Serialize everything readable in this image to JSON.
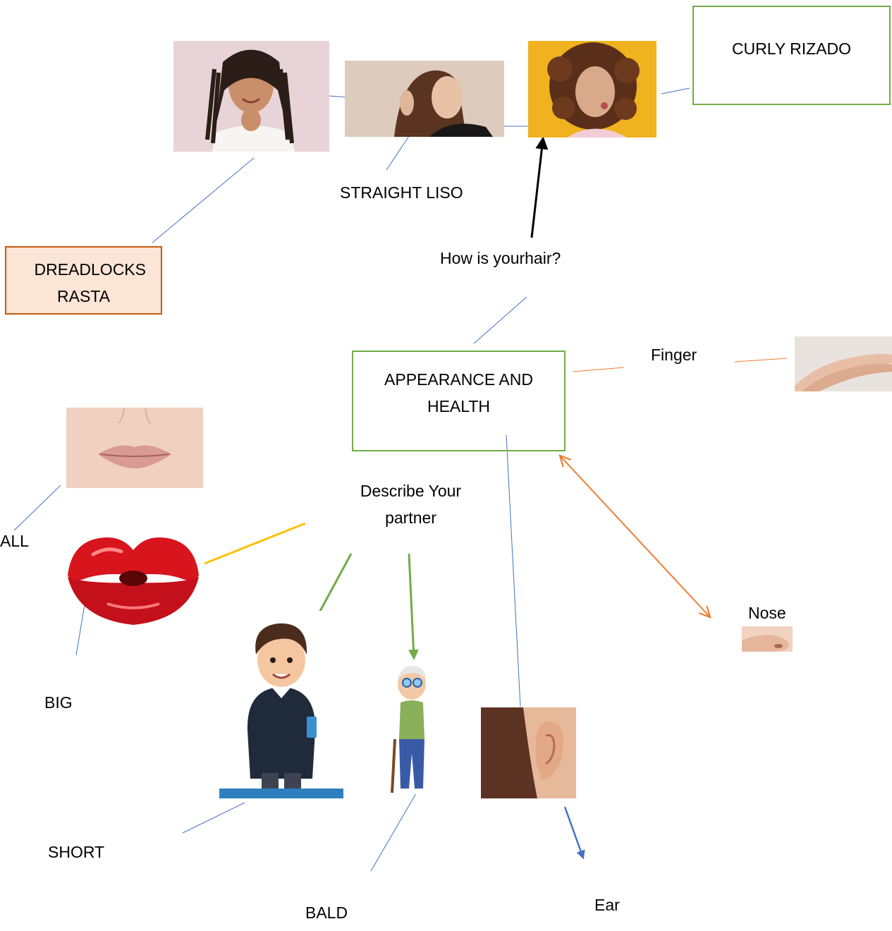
{
  "central": {
    "title": "APPEARANCE AND HEALTH"
  },
  "hair": {
    "question": "How is yourhair?",
    "curly": "CURLY RIZADO",
    "straight": "STRAIGHT LISO",
    "dreadlocks": "DREADLOCKS RASTA"
  },
  "partner": {
    "prompt": "Describe Your partner",
    "small_fragment": "ALL",
    "big": "BIG",
    "short": "SHORT",
    "bald": "BALD"
  },
  "body_parts": {
    "finger": "Finger",
    "nose": "Nose",
    "ear": "Ear"
  },
  "colors": {
    "green_box_border": "#70ad47",
    "orange_box_border": "#c55a11",
    "orange_box_fill": "#fbe5d6",
    "blue_line": "#4472c4",
    "orange_line": "#ed7d31",
    "yellow_line": "#ffc000",
    "green_arrow": "#70ad47"
  },
  "images": [
    "dreadlocks-photo",
    "straight-hair-photo",
    "curly-hair-photo",
    "hand-fingers-photo",
    "lips-photo",
    "red-lips-illustration",
    "young-man-cartoon",
    "old-man-cartoon",
    "ear-photo",
    "nose-photo"
  ]
}
